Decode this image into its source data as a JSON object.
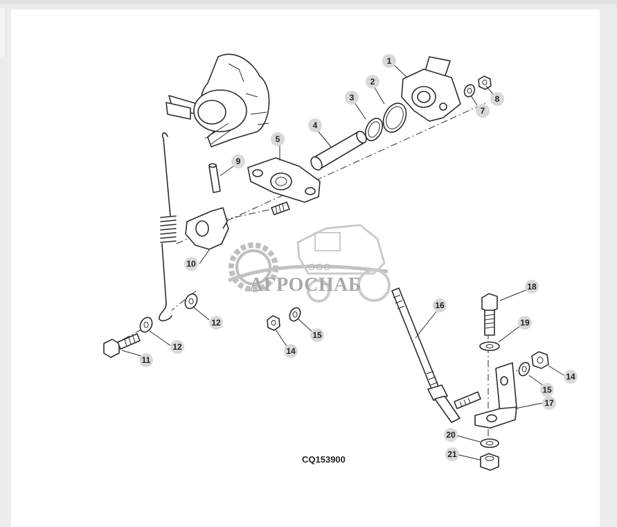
{
  "diagram": {
    "code": "CQ153900",
    "callouts": [
      "1",
      "2",
      "3",
      "4",
      "5",
      "7",
      "8",
      "9",
      "10",
      "11",
      "12",
      "12",
      "14",
      "15",
      "16",
      "17",
      "18",
      "19",
      "14",
      "15",
      "20",
      "21"
    ]
  },
  "watermark": {
    "prefix": "ООО",
    "name": "АГРОСНАБ"
  },
  "colors": {
    "line": "#2a2a2a",
    "callout_fill": "#d9d9d9",
    "watermark": "#b3b3b3"
  }
}
